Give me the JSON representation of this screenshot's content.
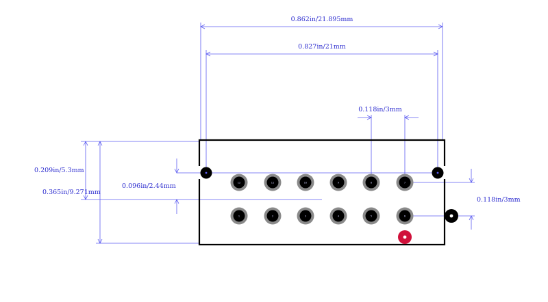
{
  "dimensions": {
    "overall_width": "0.862in/21.895mm",
    "hole_span": "0.827in/21mm",
    "pin_pitch": "0.118in/3mm",
    "hole_offset_y": "0.209in/5.3mm",
    "body_height": "0.365in/9.271mm",
    "row_offset": "0.096in/2.44mm",
    "row_pitch": "0.118in/3mm"
  },
  "pads": {
    "top_row_labels": [
      "12",
      "11",
      "10",
      "9",
      "8",
      "7"
    ],
    "bottom_row_labels": [
      "1",
      "2",
      "3",
      "4",
      "5",
      "6"
    ]
  },
  "colors": {
    "outline": "#000000",
    "dimension": "#5b5bf0",
    "pad_ring": "#8a8a8a",
    "pad_hole": "#000000",
    "pin1_marker": "#d0103a"
  }
}
